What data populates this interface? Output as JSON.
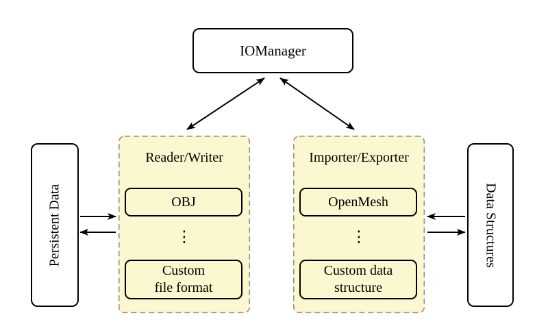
{
  "colors": {
    "background": "#ffffff",
    "container_fill": "#fbf7cf",
    "container_border": "#909090",
    "node_fill": "#ffffff",
    "node_border": "#000000",
    "arrow": "#000000",
    "text": "#000000"
  },
  "nodes": {
    "iomanager": {
      "label": "IOManager"
    },
    "persistent_data": {
      "label": "Persistent Data"
    },
    "data_structures": {
      "label": "Data Structures"
    }
  },
  "containers": {
    "reader_writer": {
      "title": "Reader/Writer",
      "top_item": {
        "label": "OBJ"
      },
      "ellipsis": "⋮",
      "bottom_item": {
        "line1": "Custom",
        "line2": "file format"
      }
    },
    "importer_exporter": {
      "title": "Importer/Exporter",
      "top_item": {
        "label": "OpenMesh"
      },
      "ellipsis": "⋮",
      "bottom_item": {
        "line1": "Custom data",
        "line2": "structure"
      }
    }
  },
  "arrows": {
    "iomanager_readerwriter": "double-headed diagonal",
    "iomanager_importerexporter": "double-headed diagonal",
    "persistent_to_readerwriter": "right",
    "readerwriter_to_persistent": "left",
    "datastructures_to_importerexporter": "left",
    "importerexporter_to_datastructures": "right"
  }
}
